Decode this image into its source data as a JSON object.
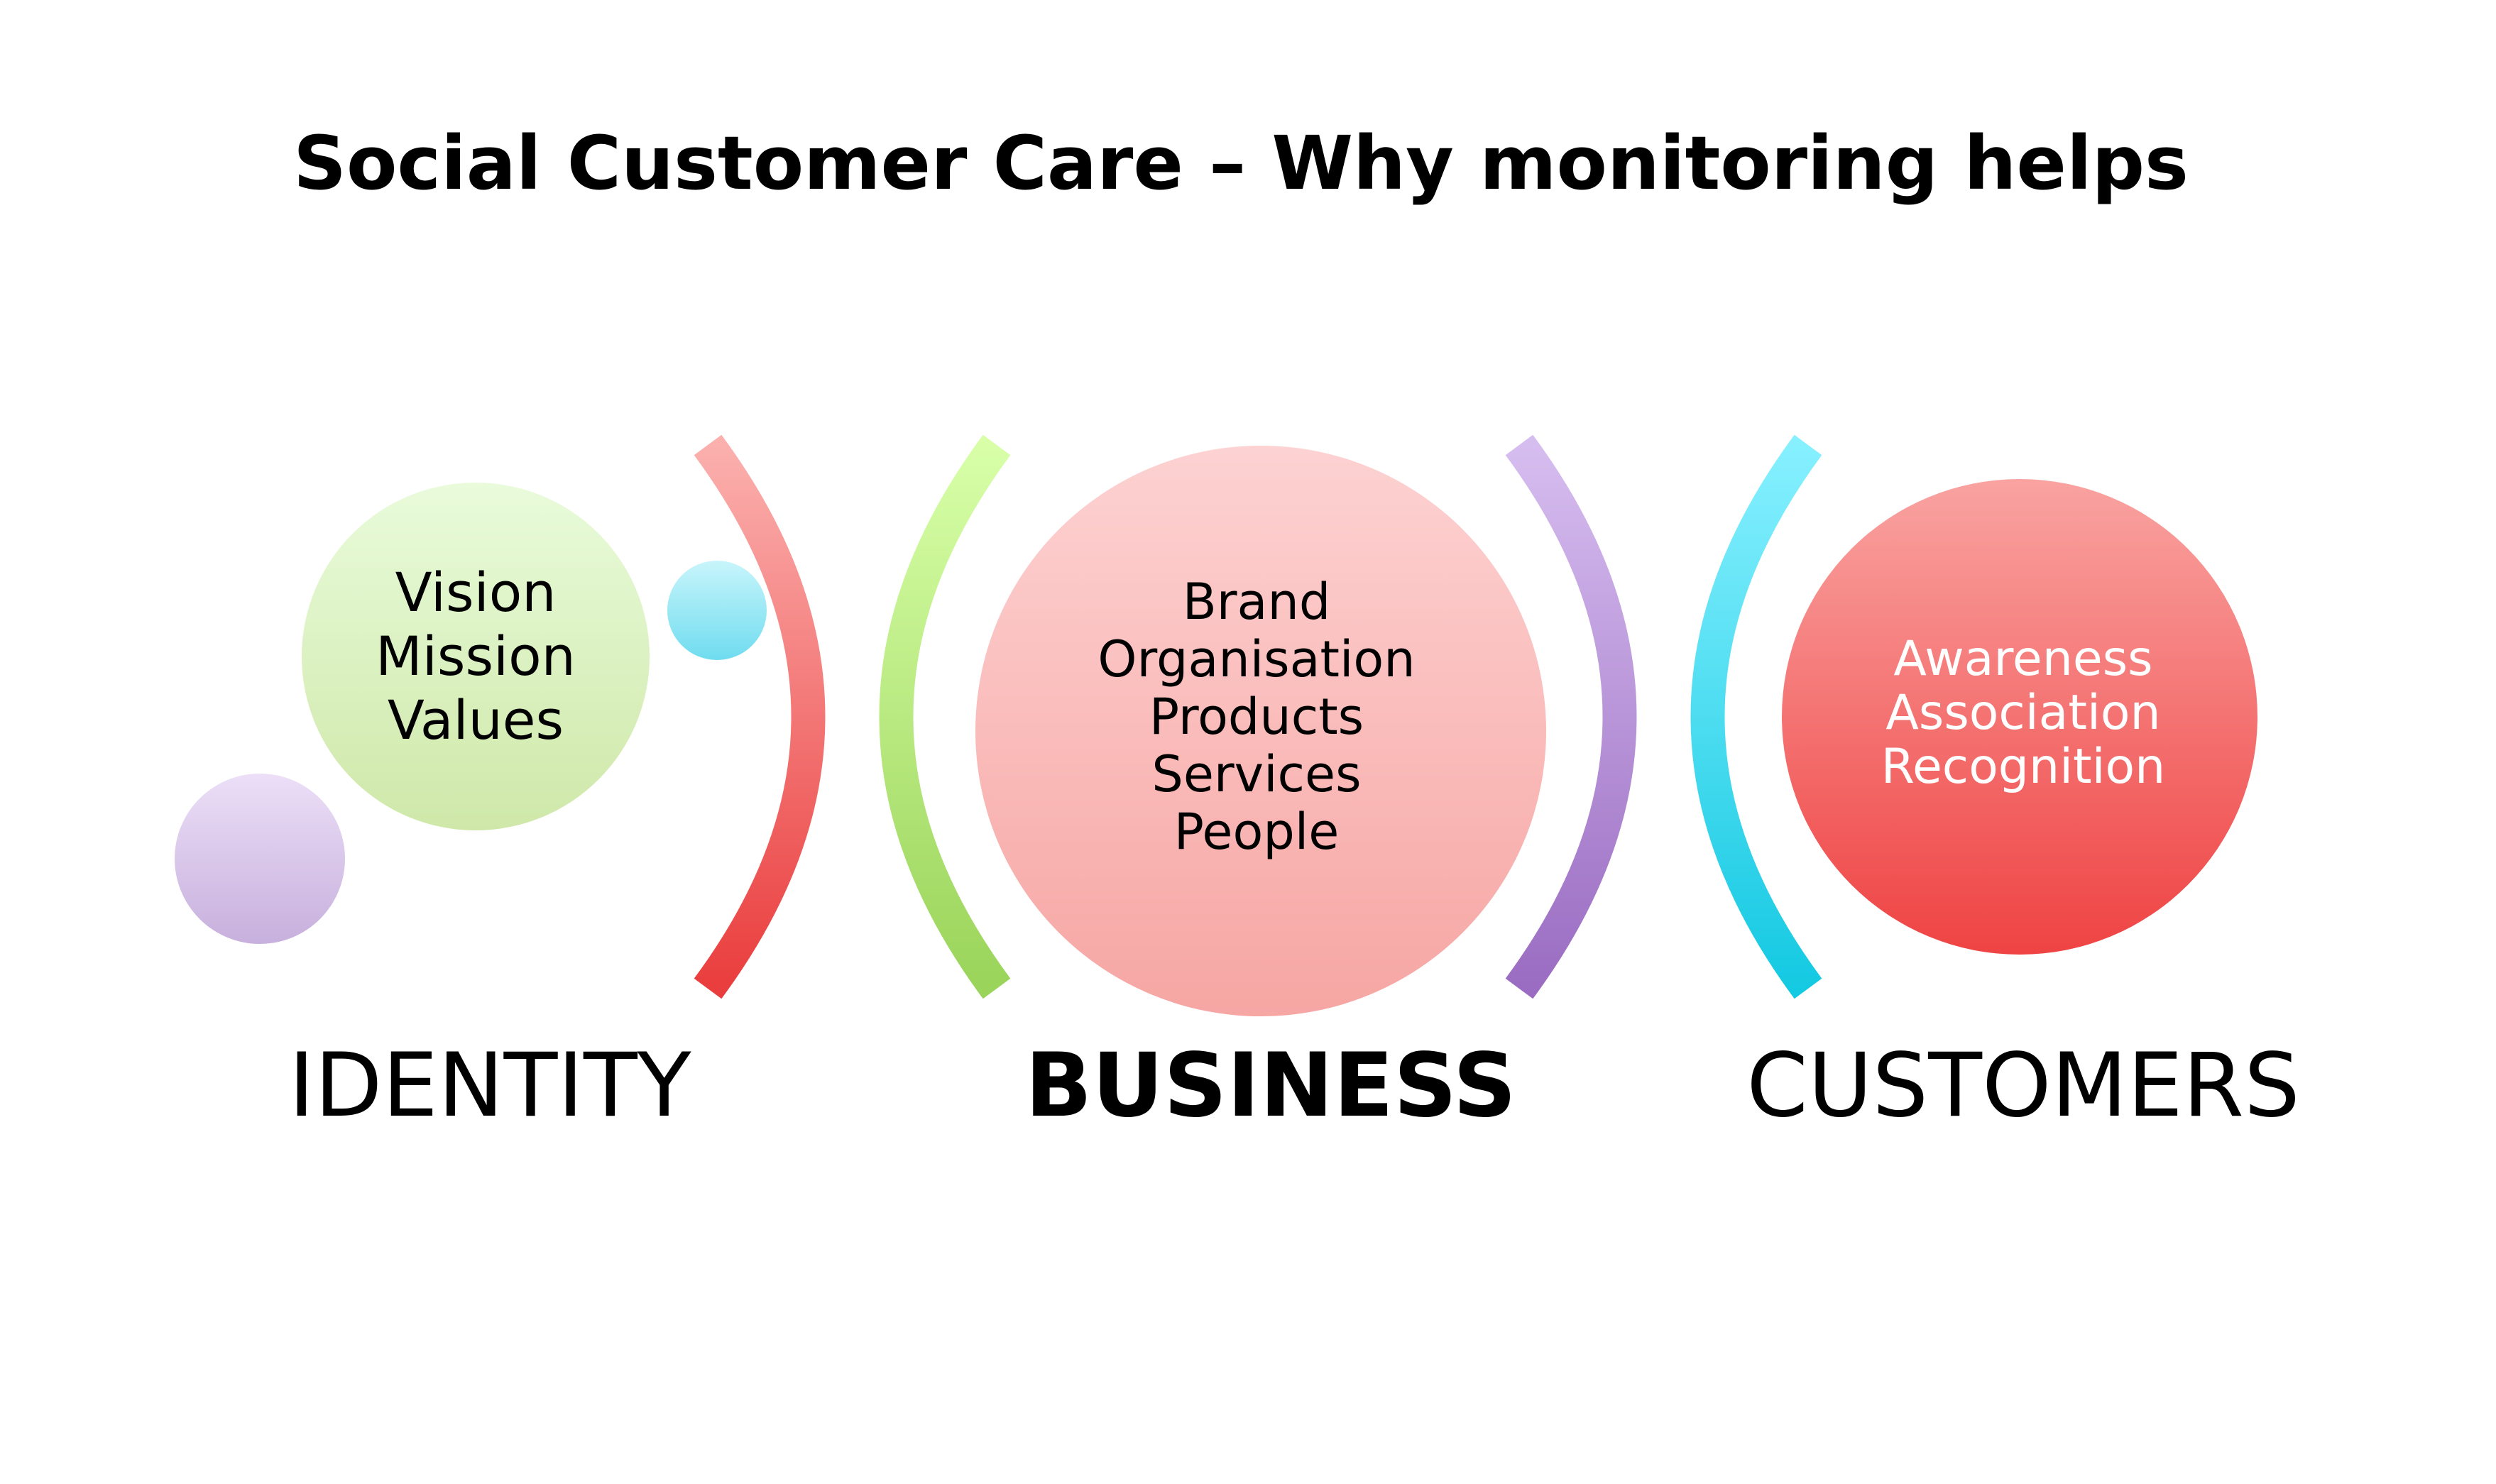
{
  "title": "Social Customer Care – Why monitoring helps",
  "identity": {
    "lines": [
      "Vision",
      "Mission",
      "Values"
    ],
    "label": "IDENTITY"
  },
  "business": {
    "lines": [
      "Brand",
      "Organisation",
      "Products",
      "Services",
      "People"
    ],
    "label": "BUSINESS"
  },
  "customers": {
    "lines": [
      "Awareness",
      "Association",
      "Recognition"
    ],
    "label": "CUSTOMERS"
  },
  "colors": {
    "identity_circle": "#d4eeb4",
    "small_purple_circle": "#d6c4e8",
    "small_cyan_circle": "#8fe6f4",
    "red_arc": "#f06a6a",
    "green_arc": "#b4e680",
    "business_circle": "#f8b4b4",
    "purple_arc": "#b08ad2",
    "cyan_arc": "#30d2ea",
    "customers_circle": "#f26a6a"
  }
}
